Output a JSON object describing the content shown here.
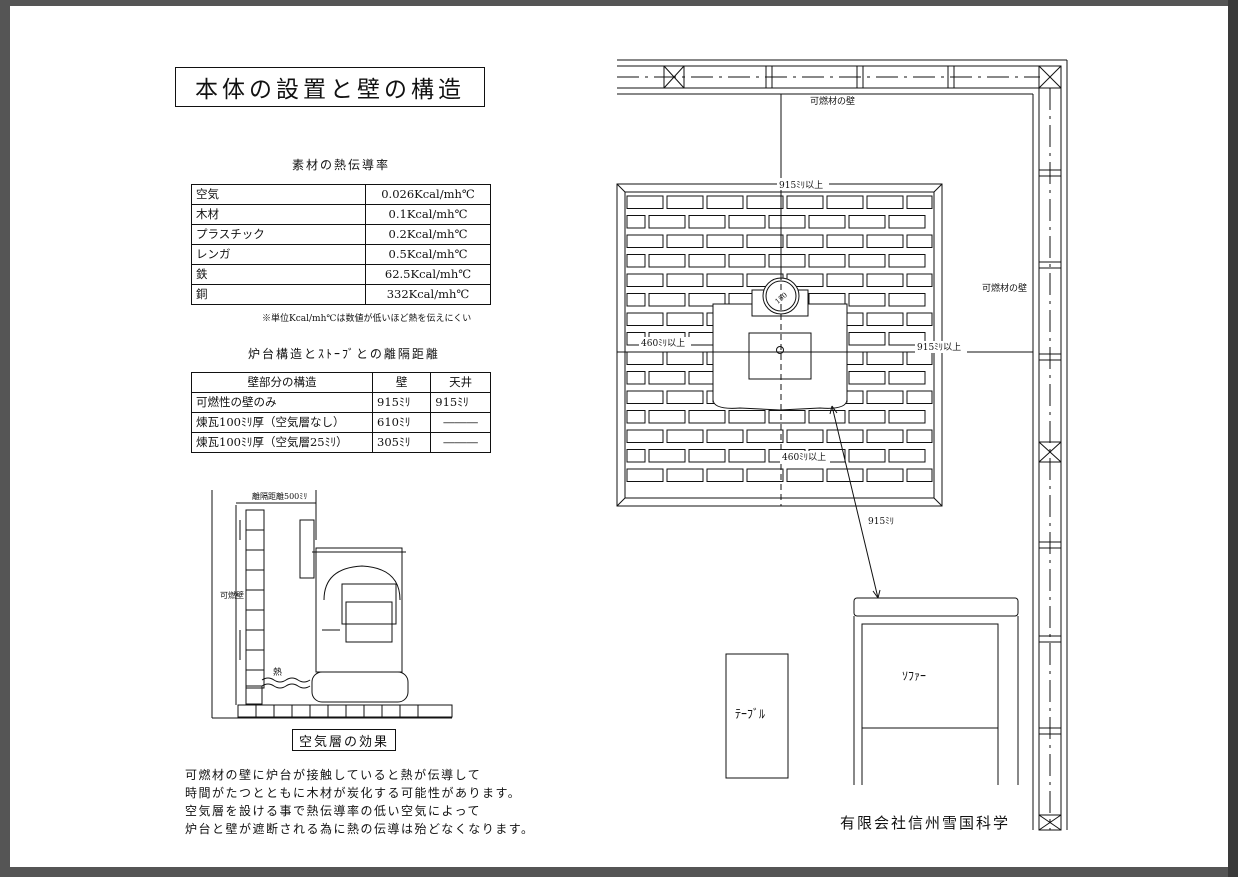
{
  "title": "本体の設置と壁の構造",
  "conductivity": {
    "caption": "素材の熱伝導率",
    "rows": [
      {
        "material": "空気",
        "value": "0.026Kcal/mh℃"
      },
      {
        "material": "木材",
        "value": "0.1Kcal/mh℃"
      },
      {
        "material": "プラスチック",
        "value": "0.2Kcal/mh℃"
      },
      {
        "material": "レンガ",
        "value": "0.5Kcal/mh℃"
      },
      {
        "material": "鉄",
        "value": "62.5Kcal/mh℃"
      },
      {
        "material": "銅",
        "value": "332Kcal/mh℃"
      }
    ],
    "note": "※単位Kcal/mh℃は数値が低いほど熱を伝えにくい"
  },
  "clearance": {
    "caption": "炉台構造とｽﾄｰﾌﾞとの離隔距離",
    "headers": [
      "壁部分の構造",
      "壁",
      "天井"
    ],
    "rows": [
      {
        "structure": "可燃性の壁のみ",
        "wall": "915ﾐﾘ",
        "ceiling": "915ﾐﾘ"
      },
      {
        "structure": "煉瓦100ﾐﾘ厚（空気層なし）",
        "wall": "610ﾐﾘ",
        "ceiling": "―――"
      },
      {
        "structure": "煉瓦100ﾐﾘ厚（空気層25ﾐﾘ）",
        "wall": "305ﾐﾘ",
        "ceiling": "―――"
      }
    ]
  },
  "side_diagram": {
    "distance_label": "離隔距離500ﾐﾘ",
    "heat_label": "熱",
    "wall_label": "可燃壁",
    "caption": "空気層の効果"
  },
  "paragraph": [
    "可燃材の壁に炉台が接触していると熱が伝導して",
    "時間がたつとともに木材が炭化する可能性があります。",
    "空気層を設ける事で熱伝導率の低い空気によって",
    "炉台と壁が遮断される為に熱の伝導は殆どなくなります。"
  ],
  "floor_plan": {
    "top_wall_label": "可燃材の壁",
    "right_wall_label": "可燃材の壁",
    "dim_top": "915ﾐﾘ以上",
    "dim_left": "460ﾐﾘ以上",
    "dim_right": "915ﾐﾘ以上",
    "dim_bottom": "460ﾐﾘ以上",
    "dim_sofa": "915ﾐﾘ",
    "flue_label": "150",
    "sofa_label": "ｿﾌｧｰ",
    "table_label": "ﾃｰﾌﾞﾙ"
  },
  "company": "有限会社信州雪国科学"
}
